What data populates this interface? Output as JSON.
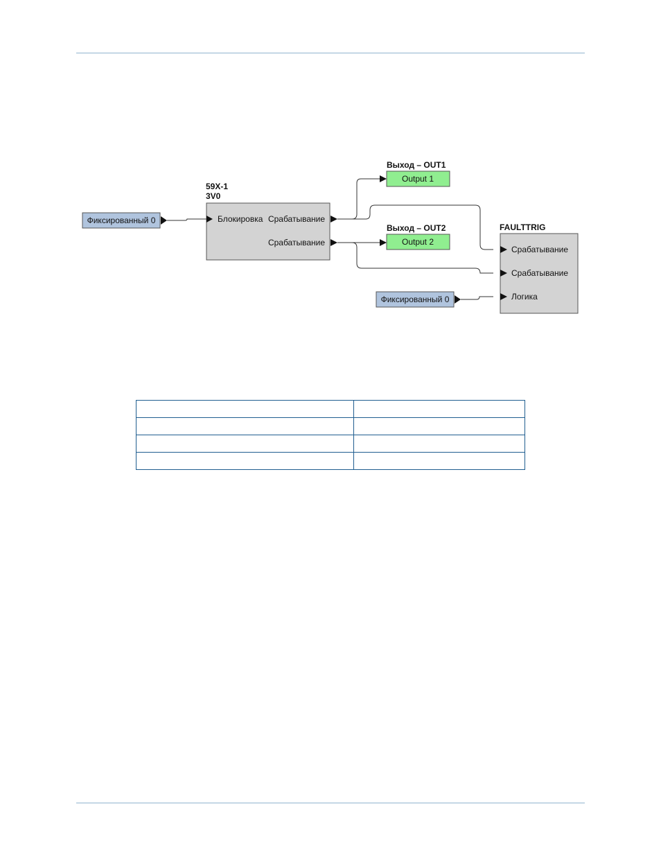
{
  "page": {
    "rule_color": "#8fb3cf",
    "table_border_color": "#1f5d8f"
  },
  "diagram": {
    "colors": {
      "logic_block_fill": "#d3d3d3",
      "fixed_input_fill": "#b0c4de",
      "output_fill": "#90ee90",
      "wire": "#333333"
    },
    "fixed_input_left": {
      "label": "Фиксированный 0"
    },
    "fixed_input_right": {
      "label": "Фиксированный 0"
    },
    "block_59x": {
      "title_line1": "59X-1",
      "title_line2": "3V0",
      "input_block_label": "Блокировка",
      "output_trip1_label": "Срабатывание",
      "output_trip2_label": "Срабатывание"
    },
    "out1": {
      "title": "Выход – OUT1",
      "label": "Output 1"
    },
    "out2": {
      "title": "Выход – OUT2",
      "label": "Output 2"
    },
    "faulttrig": {
      "title": "FAULTTRIG",
      "input_trip1_label": "Срабатывание",
      "input_trip2_label": "Срабатывание",
      "input_logic_label": "Логика"
    }
  },
  "table": {
    "rows": [
      [
        "",
        ""
      ],
      [
        "",
        ""
      ],
      [
        "",
        ""
      ],
      [
        "",
        ""
      ]
    ]
  }
}
